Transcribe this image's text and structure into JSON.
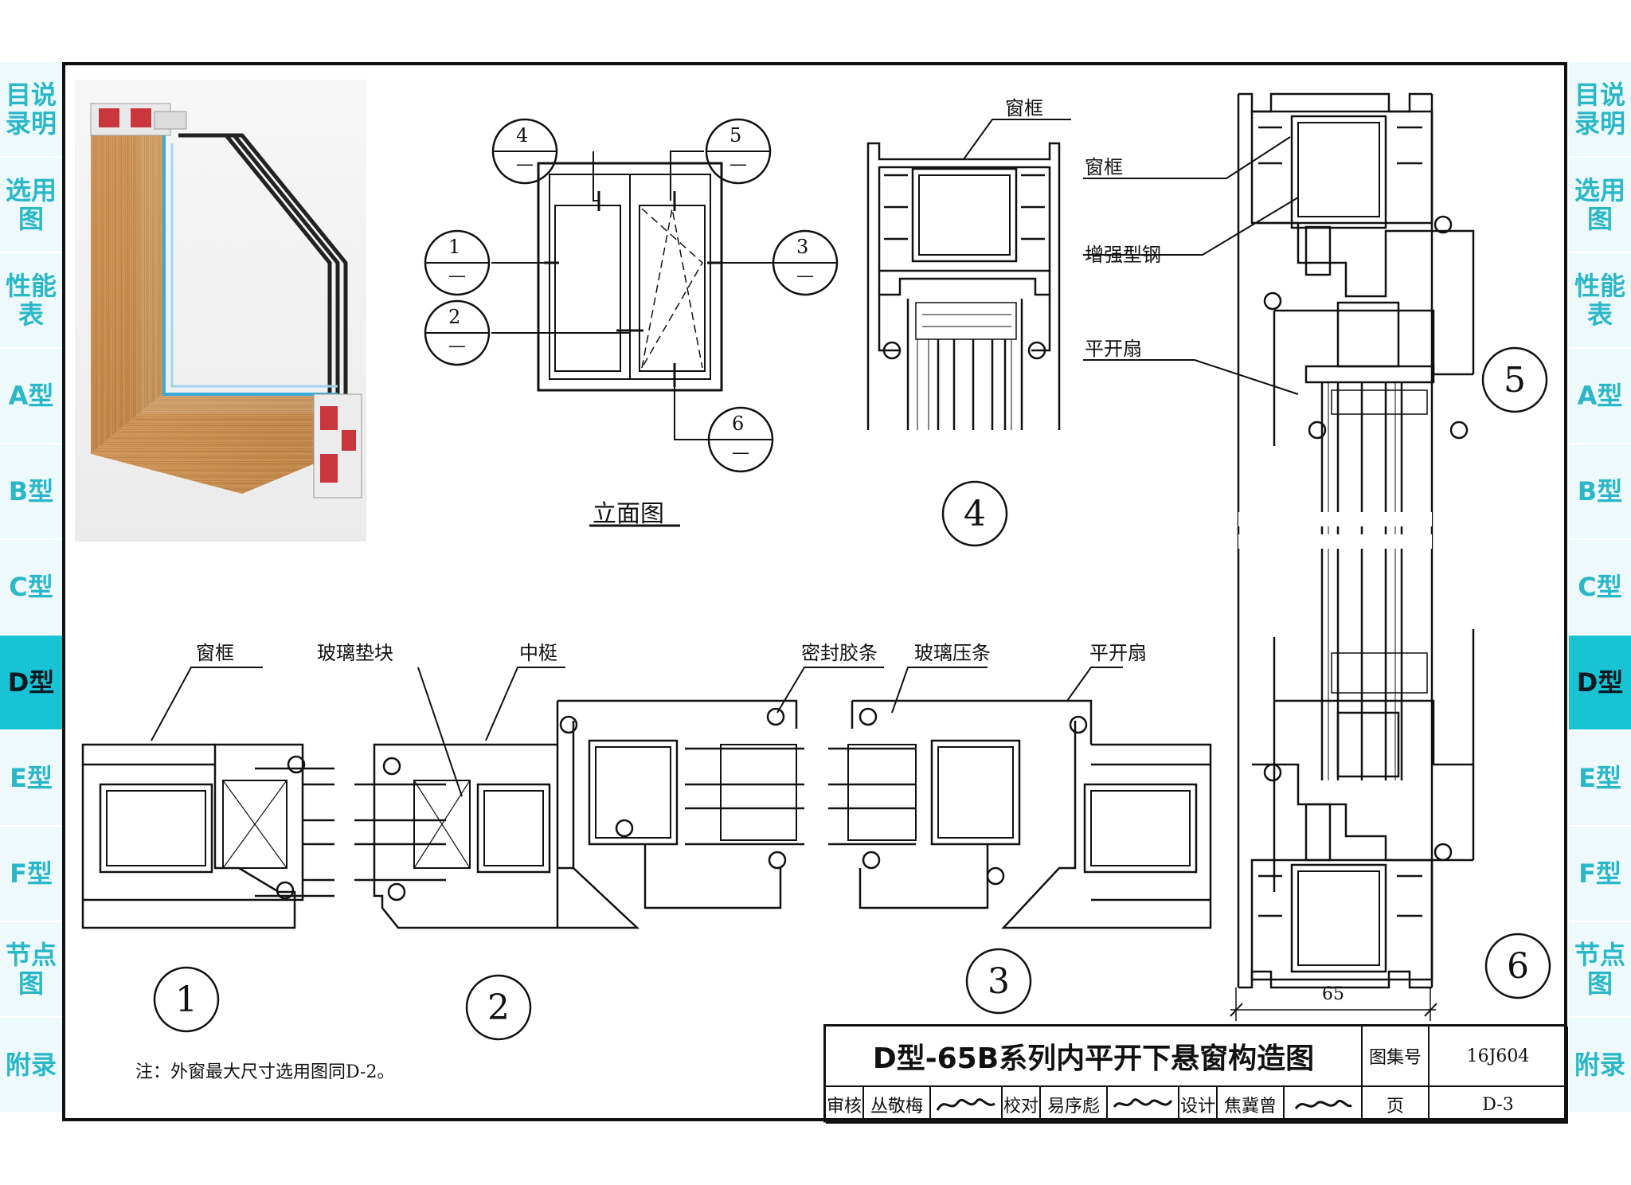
{
  "side_tabs": [
    {
      "label": "目说录明",
      "active": false
    },
    {
      "label": "选用图",
      "active": false
    },
    {
      "label": "性能表",
      "active": false
    },
    {
      "label": "A型",
      "active": false
    },
    {
      "label": "B型",
      "active": false
    },
    {
      "label": "C型",
      "active": false
    },
    {
      "label": "D型",
      "active": true
    },
    {
      "label": "E型",
      "active": false
    },
    {
      "label": "F型",
      "active": false
    },
    {
      "label": "节点图",
      "active": false
    },
    {
      "label": "附录",
      "active": false
    }
  ],
  "colors": {
    "tab_accent": "#18c3d3",
    "tab_text": "#2ab7c8",
    "tab_bg": "#eef9fb",
    "line": "#111111"
  },
  "elevation": {
    "title": "立面图",
    "markers": [
      {
        "num": "1",
        "sub": "—"
      },
      {
        "num": "2",
        "sub": "—"
      },
      {
        "num": "3",
        "sub": "—"
      },
      {
        "num": "4",
        "sub": "—"
      },
      {
        "num": "5",
        "sub": "—"
      },
      {
        "num": "6",
        "sub": "—"
      }
    ]
  },
  "detail_numbers": [
    "1",
    "2",
    "3",
    "4",
    "5",
    "6"
  ],
  "labels": {
    "frame_top": "窗框",
    "frame_right": "窗框",
    "steel": "增强型钢",
    "casement_right": "平开扇",
    "frame_bottom": "窗框",
    "spacer": "玻璃垫块",
    "mullion": "中梃",
    "seal": "密封胶条",
    "bead": "玻璃压条",
    "casement_bottom": "平开扇",
    "dim_65": "65"
  },
  "note": "注：外窗最大尺寸选用图同D-2。",
  "title_block": {
    "title": "D型-65B系列内平开下悬窗构造图",
    "atlas_label": "图集号",
    "atlas_no": "16J604",
    "page_label": "页",
    "page_no": "D-3",
    "review_label": "审核",
    "reviewer": "丛敬梅",
    "check_label": "校对",
    "checker": "易序彪",
    "design_label": "设计",
    "designer": "焦冀曾"
  }
}
